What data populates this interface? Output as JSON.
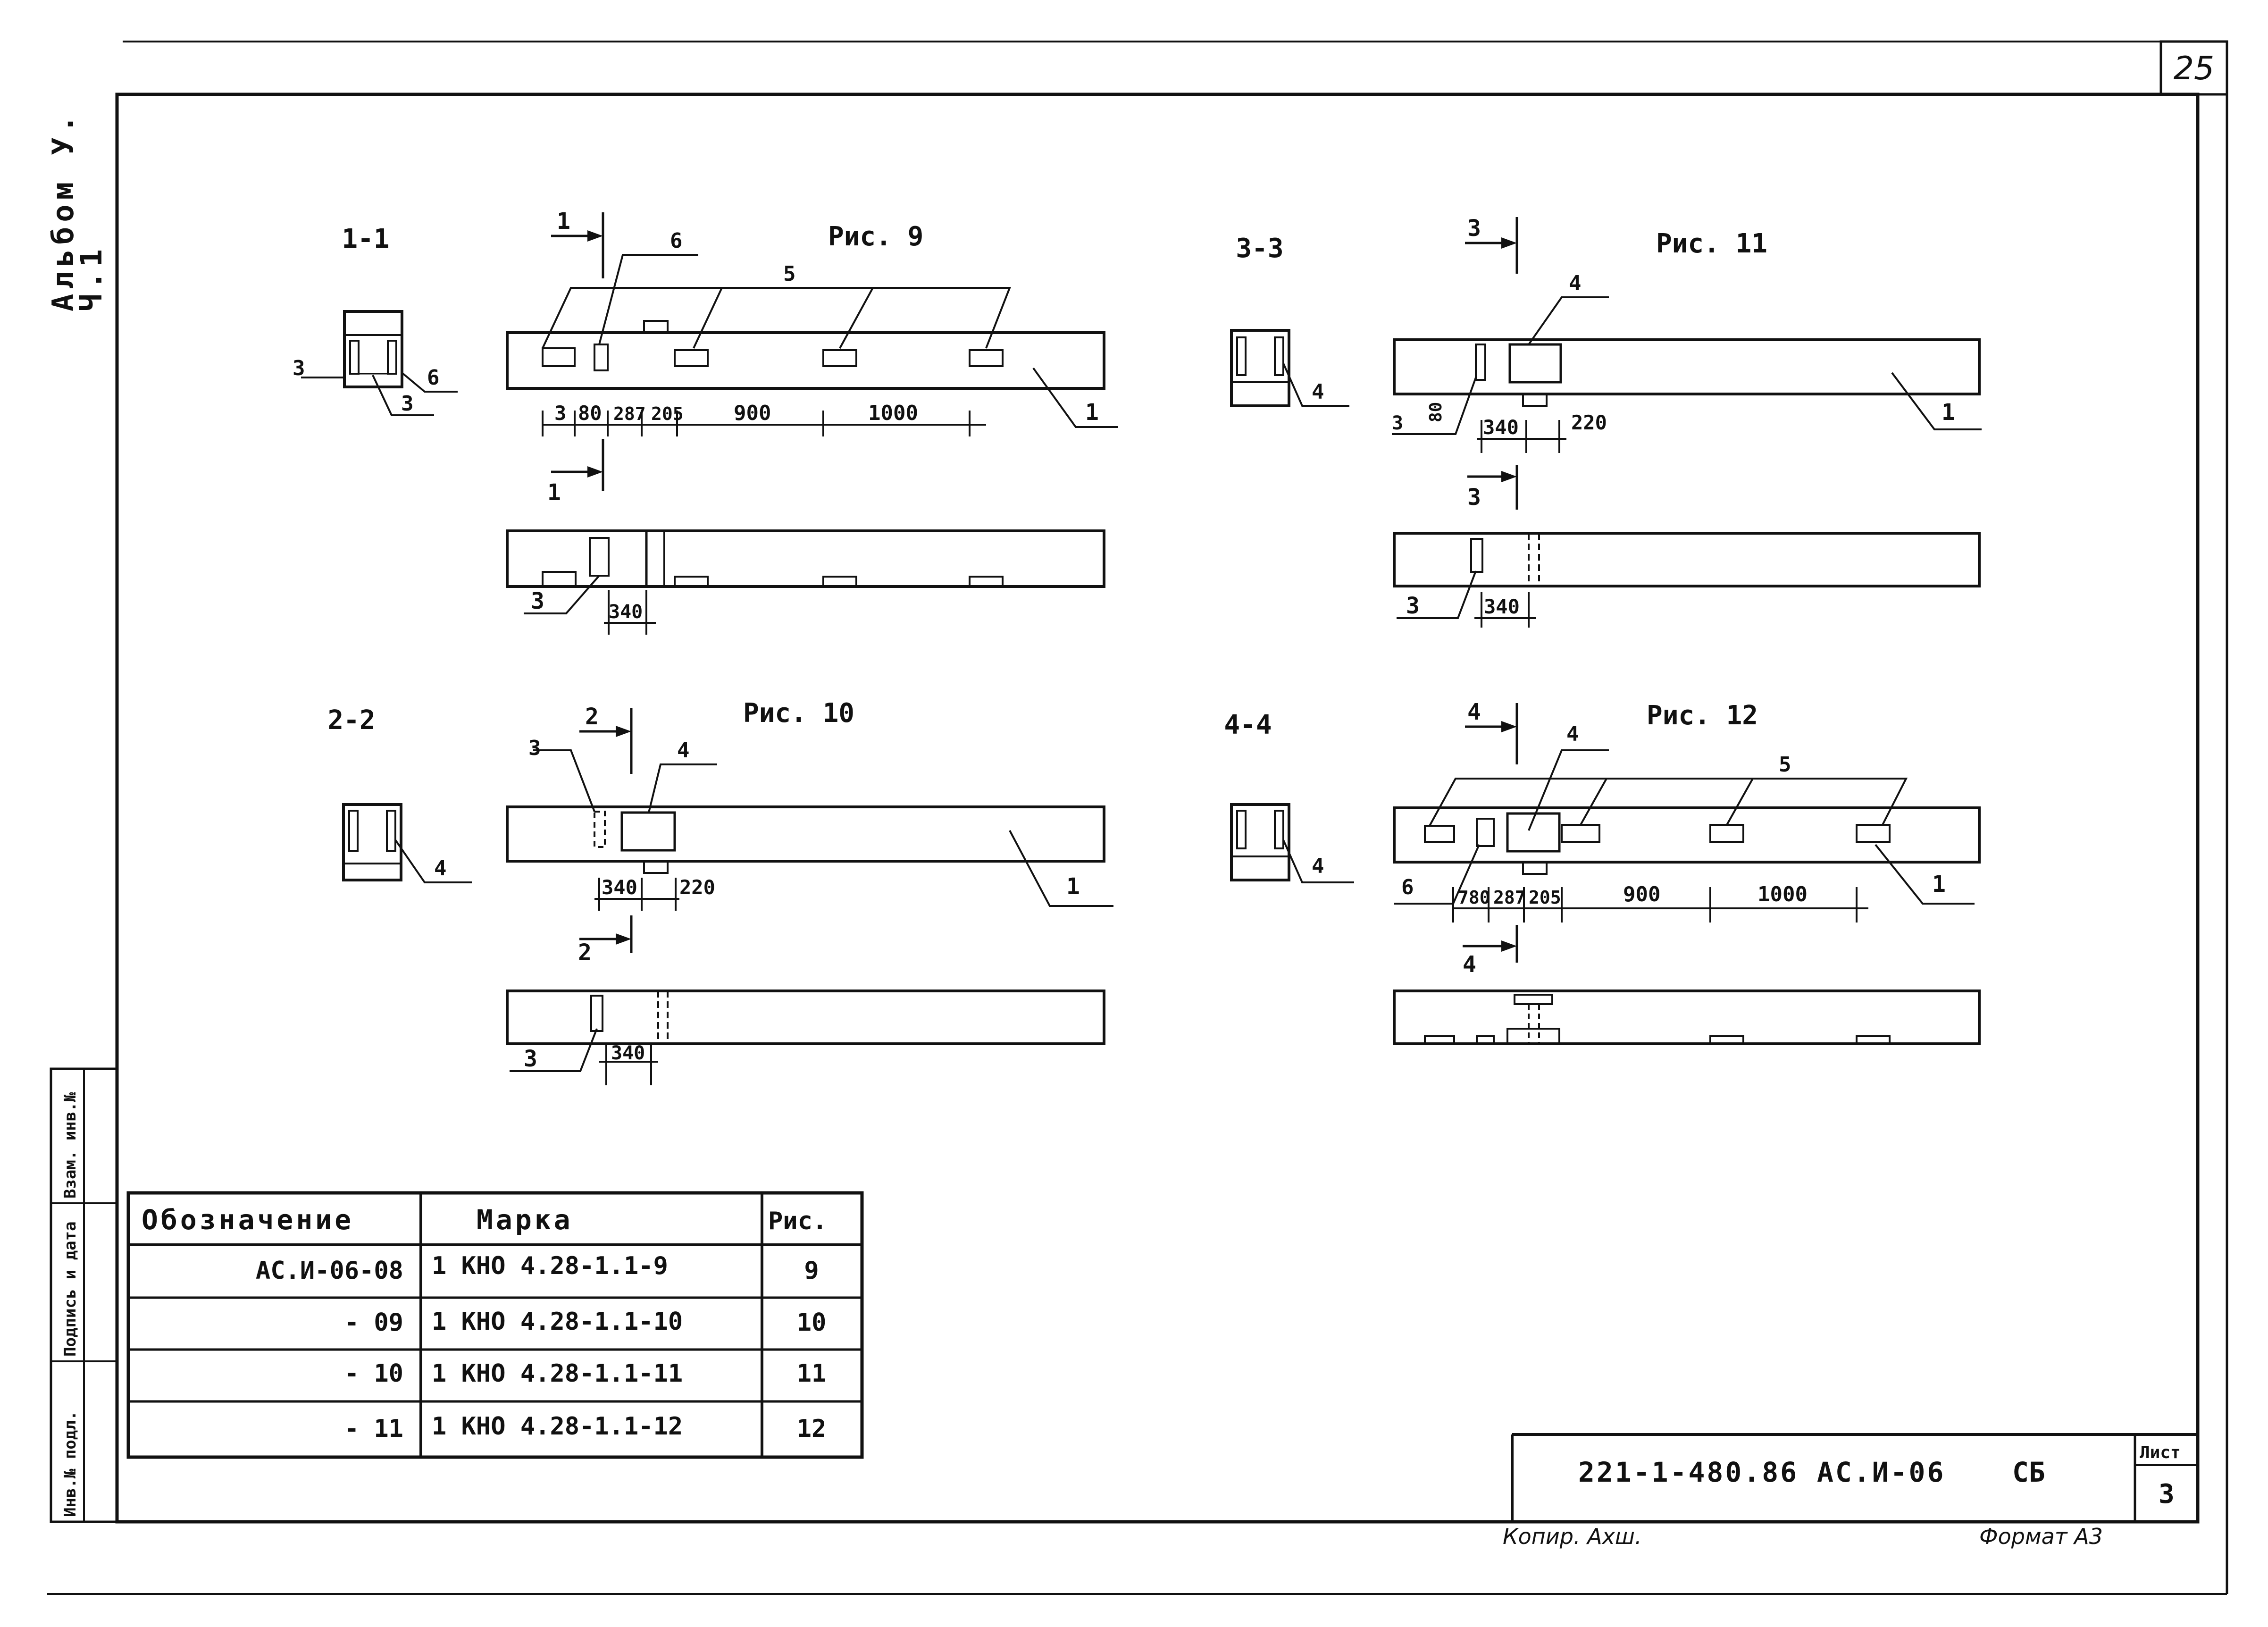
{
  "sheet_corner_number": "25",
  "album_label": [
    "Альбом У.",
    "Ч.1"
  ],
  "margin_labels": [
    "Инв.№ подл.",
    "Подпись и дата",
    "Взам. инв.№"
  ],
  "figures": [
    {
      "title": "Рис. 9",
      "section": "1-1",
      "cut": "1",
      "dims_top": [
        "3",
        "80",
        "287",
        "205",
        "900",
        "1000"
      ],
      "dims_bottom": [
        "340"
      ],
      "callouts": [
        "1",
        "3",
        "5",
        "6"
      ]
    },
    {
      "title": "Рис. 10",
      "section": "2-2",
      "cut": "2",
      "dims_top": [
        "340",
        "220"
      ],
      "dims_bottom": [
        "340"
      ],
      "callouts": [
        "1",
        "3",
        "4"
      ]
    },
    {
      "title": "Рис. 11",
      "section": "3-3",
      "cut": "3",
      "dims_top": [
        "80",
        "340",
        "220"
      ],
      "dims_bottom": [
        "340"
      ],
      "callouts": [
        "1",
        "3",
        "4"
      ]
    },
    {
      "title": "Рис. 12",
      "section": "4-4",
      "cut": "4",
      "dims_top": [
        "780",
        "287",
        "205",
        "900",
        "1000"
      ],
      "callouts": [
        "1",
        "4",
        "5",
        "6"
      ]
    }
  ],
  "table": {
    "headers": [
      "Обозначение",
      "Марка",
      "Рис."
    ],
    "rows": [
      [
        "АС.И-06-08",
        "1 КНО 4.28-1.1-9",
        "9"
      ],
      [
        "- 09",
        "1 КНО 4.28-1.1-10",
        "10"
      ],
      [
        "- 10",
        "1 КНО 4.28-1.1-11",
        "11"
      ],
      [
        "- 11",
        "1 КНО 4.28-1.1-12",
        "12"
      ]
    ]
  },
  "title_block": {
    "code": "221-1-480.86  АС.И-06",
    "stage": "СБ",
    "sheet_label": "Лист",
    "sheet_number": "3",
    "copied": "Копир. Ахш.",
    "format": "Формат А3"
  }
}
